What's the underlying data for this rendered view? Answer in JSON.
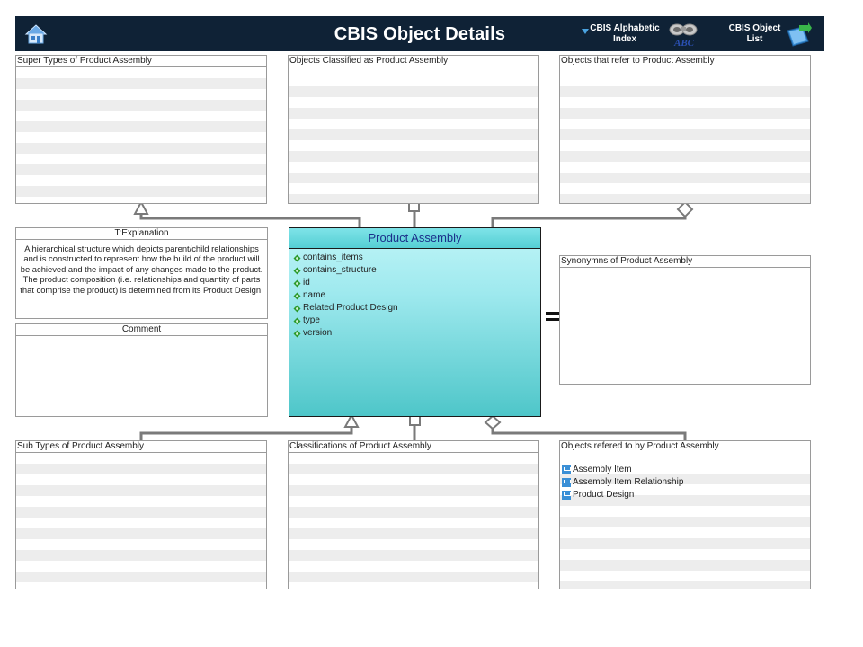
{
  "header": {
    "title": "CBIS Object Details",
    "alpha_index_label": "CBIS Alphabetic Index",
    "abc_icon_text": "ABC",
    "object_list_label": "CBIS Object List",
    "bg_color": "#0f2236"
  },
  "panels": {
    "super_types": {
      "title": "Super Types of Product Assembly",
      "items": []
    },
    "classified_as": {
      "title": "Objects Classified as  Product Assembly",
      "items": []
    },
    "refer_to": {
      "title": "Objects that refer to   Product Assembly",
      "items": []
    },
    "synonyms": {
      "title": "Synonymns  of Product Assembly",
      "items": []
    },
    "sub_types": {
      "title": "Sub Types of Product Assembly",
      "items": []
    },
    "classifications": {
      "title": "Classifications of Product Assembly",
      "items": []
    },
    "referred_by": {
      "title": "Objects refered to by   Product Assembly",
      "items": [
        "Assembly Item",
        "Assembly Item Relationship",
        "Product Design"
      ]
    }
  },
  "explanation": {
    "title": "T:Explanation",
    "text": "A hierarchical structure which depicts parent/child relationships and is constructed to represent how the build of the product will be achieved and the impact of any changes made to the product. The product composition (i.e. relationships and quantity of parts that comprise the product) is determined from its Product Design."
  },
  "comment": {
    "title": "Comment",
    "text": ""
  },
  "entity": {
    "name": "Product Assembly",
    "attributes": [
      "contains_items",
      "contains_structure",
      "id",
      "name",
      "Related Product Design",
      "type",
      "version"
    ]
  },
  "colors": {
    "entity_title": "#1b2f8a",
    "connector": "#7a7a7a",
    "object_icon": "#3a8fd6",
    "attribute_icon": "#2e9a2e"
  }
}
